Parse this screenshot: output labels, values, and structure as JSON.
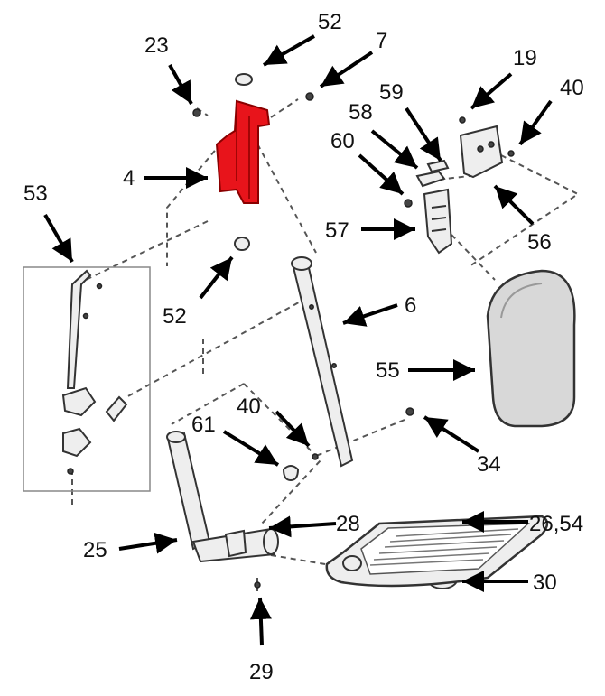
{
  "colors": {
    "highlight": "#e8141b",
    "line": "#000000",
    "background": "#ffffff"
  },
  "callouts": {
    "c52_top": "52",
    "c7": "7",
    "c23": "23",
    "c19": "19",
    "c40_top": "40",
    "c59": "59",
    "c58": "58",
    "c60": "60",
    "c4": "4",
    "c53": "53",
    "c57": "57",
    "c56": "56",
    "c52_bottom": "52",
    "c6": "6",
    "c55": "55",
    "c40_mid": "40",
    "c61": "61",
    "c34": "34",
    "c28": "28",
    "c26_54": "26,54",
    "c25": "25",
    "c30": "30",
    "c29": "29"
  }
}
